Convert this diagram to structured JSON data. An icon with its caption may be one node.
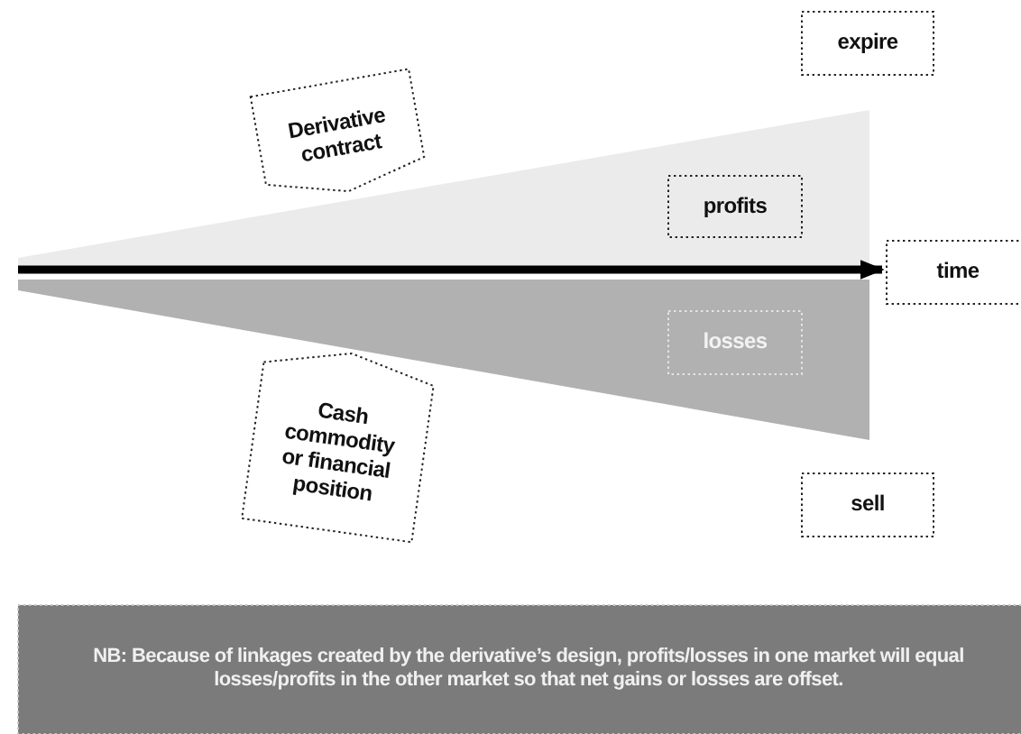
{
  "diagram": {
    "nodes": [
      {
        "text": [
          "expire"
        ]
      },
      {
        "text": [
          "Derivative contract"
        ]
      },
      {
        "text": [
          "profits"
        ]
      },
      {
        "text": [
          "time"
        ]
      },
      {
        "text": [
          "losses"
        ]
      },
      {
        "text": [
          "Cash commodity or financial position"
        ]
      },
      {
        "text": [
          "sell"
        ]
      },
      {
        "text": [
          "NB: Because of linkages created by the derivative’s design, profits/losses in one market will equal losses/profits in the other market so that net gains or losses are offset."
        ]
      }
    ],
    "edges": [
      {
        "from": null,
        "to": 3,
        "arrow": "to"
      }
    ]
  }
}
